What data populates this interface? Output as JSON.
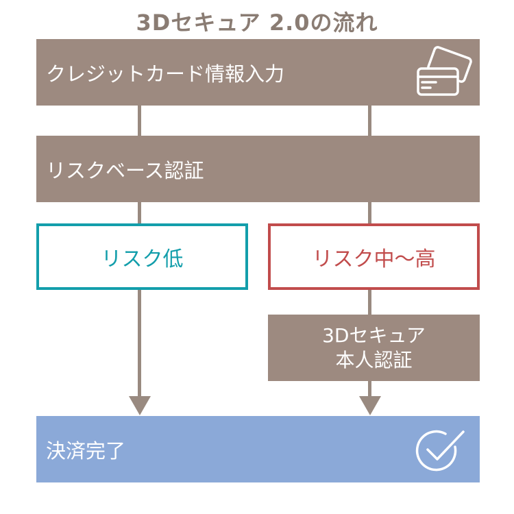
{
  "title": "3Dセキュア 2.0の流れ",
  "steps": {
    "card_input": "クレジットカード情報入力",
    "risk_based_auth": "リスクベース認証",
    "risk_low": "リスク低",
    "risk_mid_high": "リスク中〜高",
    "secure_auth_line1": "3Dセキュア",
    "secure_auth_line2": "本人認証",
    "payment_complete": "決済完了"
  },
  "icons": {
    "card": "credit-card-icon",
    "check": "checkmark-circle-icon"
  },
  "colors": {
    "title": "#8a7c73",
    "brown_box": "#9d8a80",
    "connector": "#998a80",
    "low_risk": "#139eab",
    "high_risk": "#c14c4c",
    "complete": "#8ba9d8"
  }
}
